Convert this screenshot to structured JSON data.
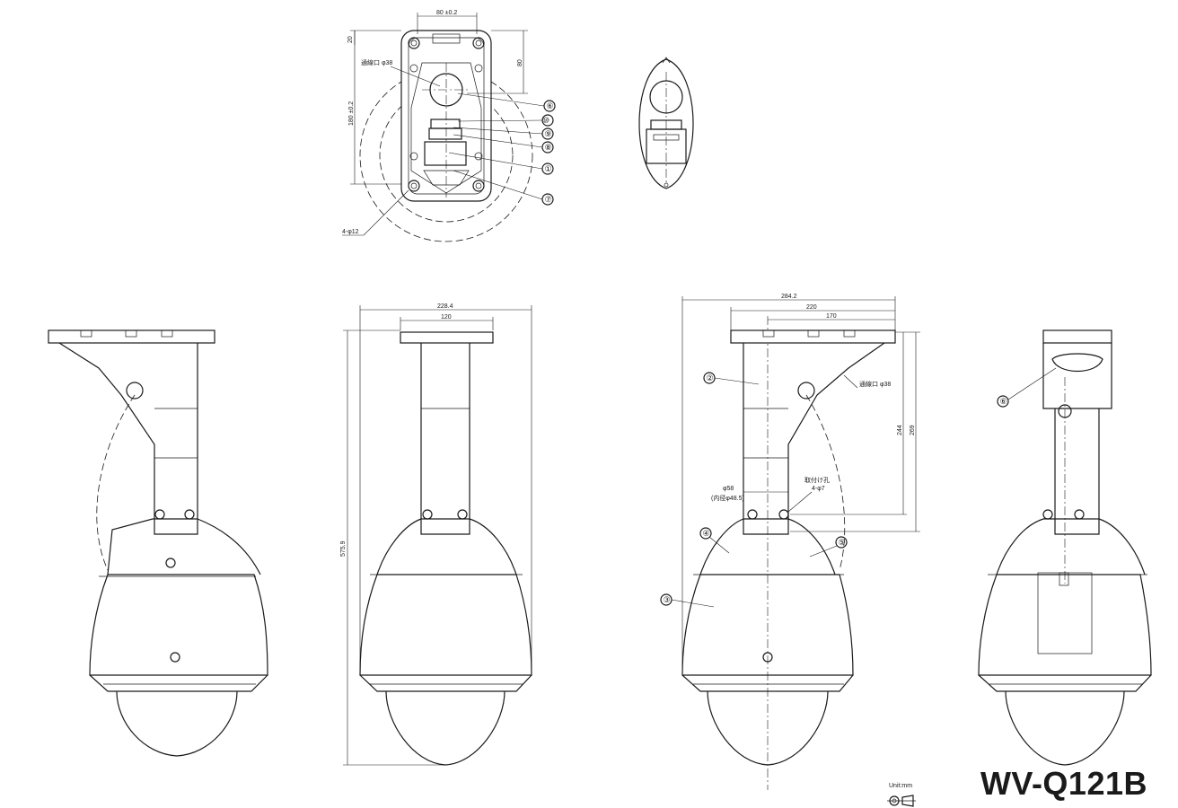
{
  "model": "WV-Q121B",
  "unit": "Unit:mm",
  "top_view": {
    "dimensions": {
      "width_plate": "80 ±0.2",
      "height_plate": "180 ±0.2",
      "top_offset": "20",
      "right_height": "80"
    },
    "labels": {
      "cable_hole": "通線口 φ38",
      "mount_holes": "4-φ12"
    },
    "callouts": [
      "⑥",
      "⑩",
      "⑨",
      "⑧",
      "①",
      "⑦"
    ]
  },
  "front_view": {
    "dimensions": {
      "overall_width": "228.4",
      "plate_width": "120",
      "overall_height": "575.9"
    }
  },
  "side_view": {
    "dimensions": {
      "overall_depth": "284.2",
      "arm_length": "220",
      "center_offset": "170",
      "height_a": "244",
      "height_b": "269",
      "pipe_dia": "φ58",
      "pipe_inner": "(内径φ48.5)",
      "screw_holes_label": "取付け孔",
      "screw_holes": "4-φ7"
    },
    "labels": {
      "cable_hole": "通線口 φ38"
    },
    "callouts": [
      "②",
      "④",
      "⑤",
      "③"
    ]
  },
  "rear_view": {
    "callouts": [
      "⑥"
    ]
  }
}
